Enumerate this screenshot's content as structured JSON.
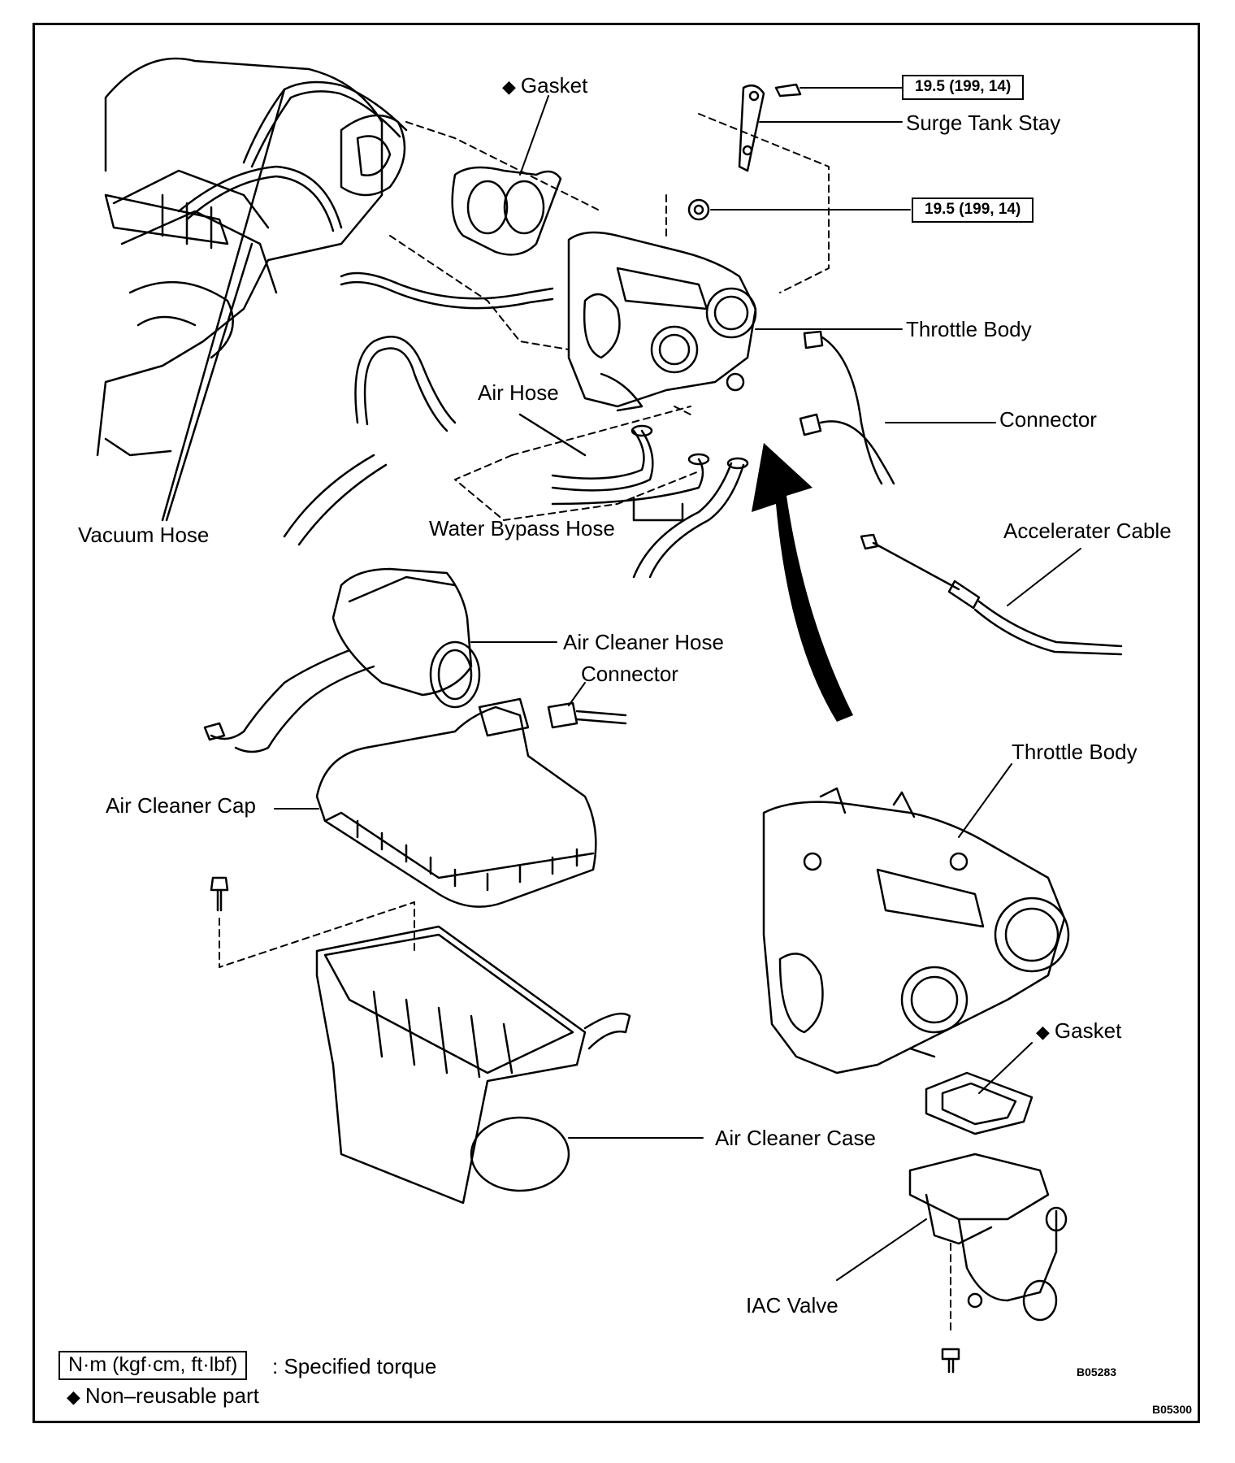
{
  "labels": {
    "gasket_top": "Gasket",
    "surge_tank_stay": "Surge Tank Stay",
    "throttle_body_top": "Throttle Body",
    "connector_right": "Connector",
    "air_hose": "Air Hose",
    "vacuum_hose": "Vacuum Hose",
    "water_bypass_hose": "Water Bypass Hose",
    "accelerater_cable": "Accelerater Cable",
    "air_cleaner_hose": "Air Cleaner Hose",
    "connector_mid": "Connector",
    "air_cleaner_cap": "Air Cleaner Cap",
    "throttle_body_detail": "Throttle Body",
    "gasket_detail": "Gasket",
    "air_cleaner_case": "Air Cleaner Case",
    "iac_valve": "IAC Valve"
  },
  "torques": {
    "bolt_stay": "19.5 (199, 14)",
    "nut_throttle": "19.5 (199, 14)"
  },
  "legend": {
    "torque_unit": "N·m (kgf·cm, ft·lbf)",
    "torque_desc": ": Specified torque",
    "nonreusable_symbol": "◆",
    "nonreusable_desc": "Non–reusable part"
  },
  "codes": {
    "inner": "B05283",
    "outer": "B05300"
  }
}
